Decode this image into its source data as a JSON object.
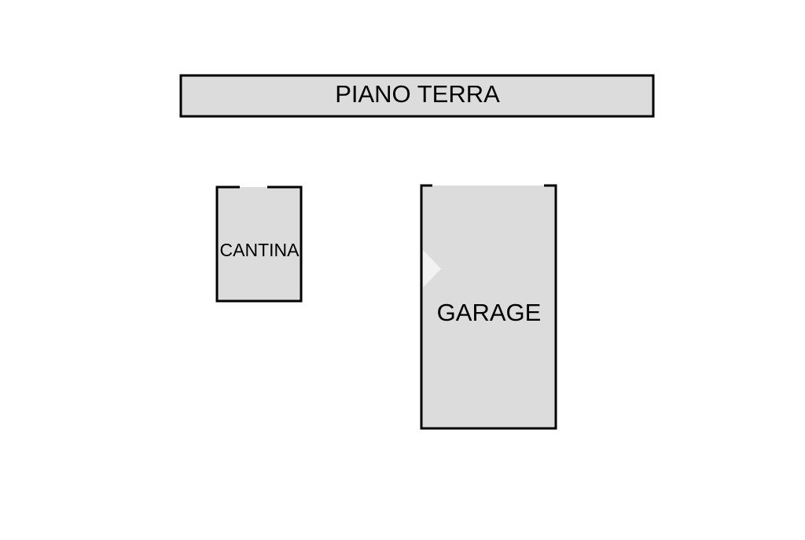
{
  "floor_title": "PIANO TERRA",
  "rooms": {
    "cantina": {
      "label": "CANTINA"
    },
    "garage": {
      "label": "GARAGE"
    }
  },
  "colors": {
    "room_fill": "#dcdcdc",
    "wall": "#000000",
    "background": "#ffffff",
    "watermark": "#f2f2f2"
  }
}
